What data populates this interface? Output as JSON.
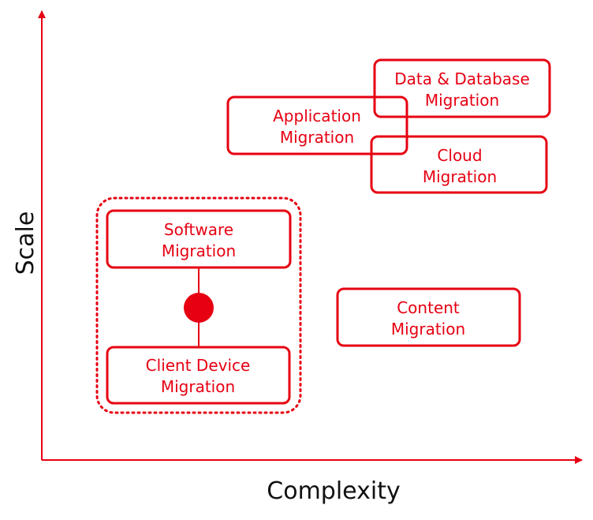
{
  "axes": {
    "x_label": "Complexity",
    "y_label": "Scale"
  },
  "boxes": {
    "data_database": {
      "line1": "Data & Database",
      "line2": "Migration"
    },
    "application": {
      "line1": "Application",
      "line2": "Migration"
    },
    "cloud": {
      "line1": "Cloud",
      "line2": "Migration"
    },
    "software": {
      "line1": "Software",
      "line2": "Migration"
    },
    "content": {
      "line1": "Content",
      "line2": "Migration"
    },
    "client_device": {
      "line1": "Client Device",
      "line2": "Migration"
    }
  },
  "colors": {
    "accent": "#e60012",
    "axis_text": "#111111"
  }
}
